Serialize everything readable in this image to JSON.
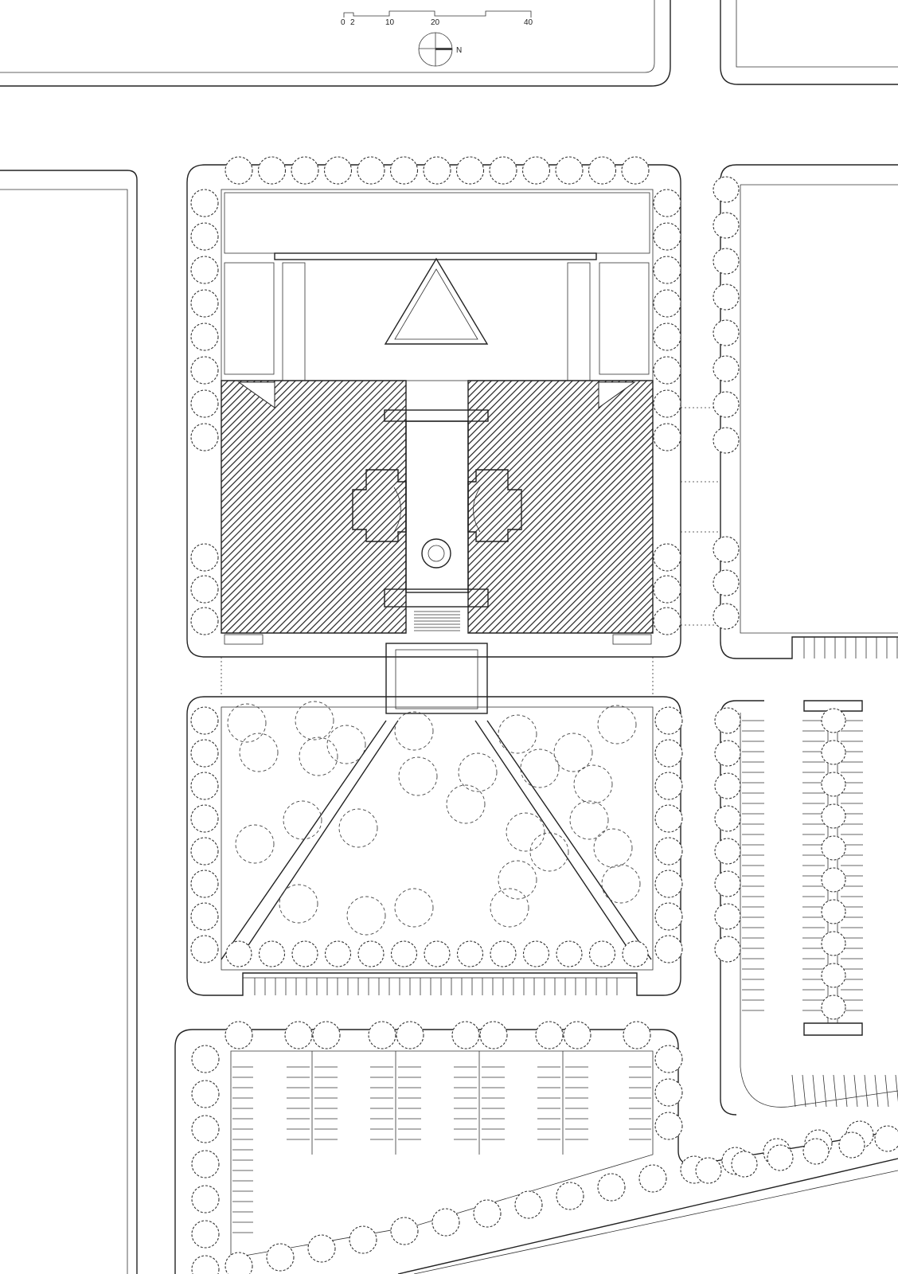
{
  "scale_bar": {
    "labels": [
      "0",
      "2",
      "10",
      "20",
      "40"
    ]
  },
  "north_arrow": {
    "label": "N"
  },
  "colors": {
    "ink": "#222222",
    "background": "#ffffff"
  },
  "icons": [
    "north-arrow-icon",
    "tree-icon"
  ]
}
